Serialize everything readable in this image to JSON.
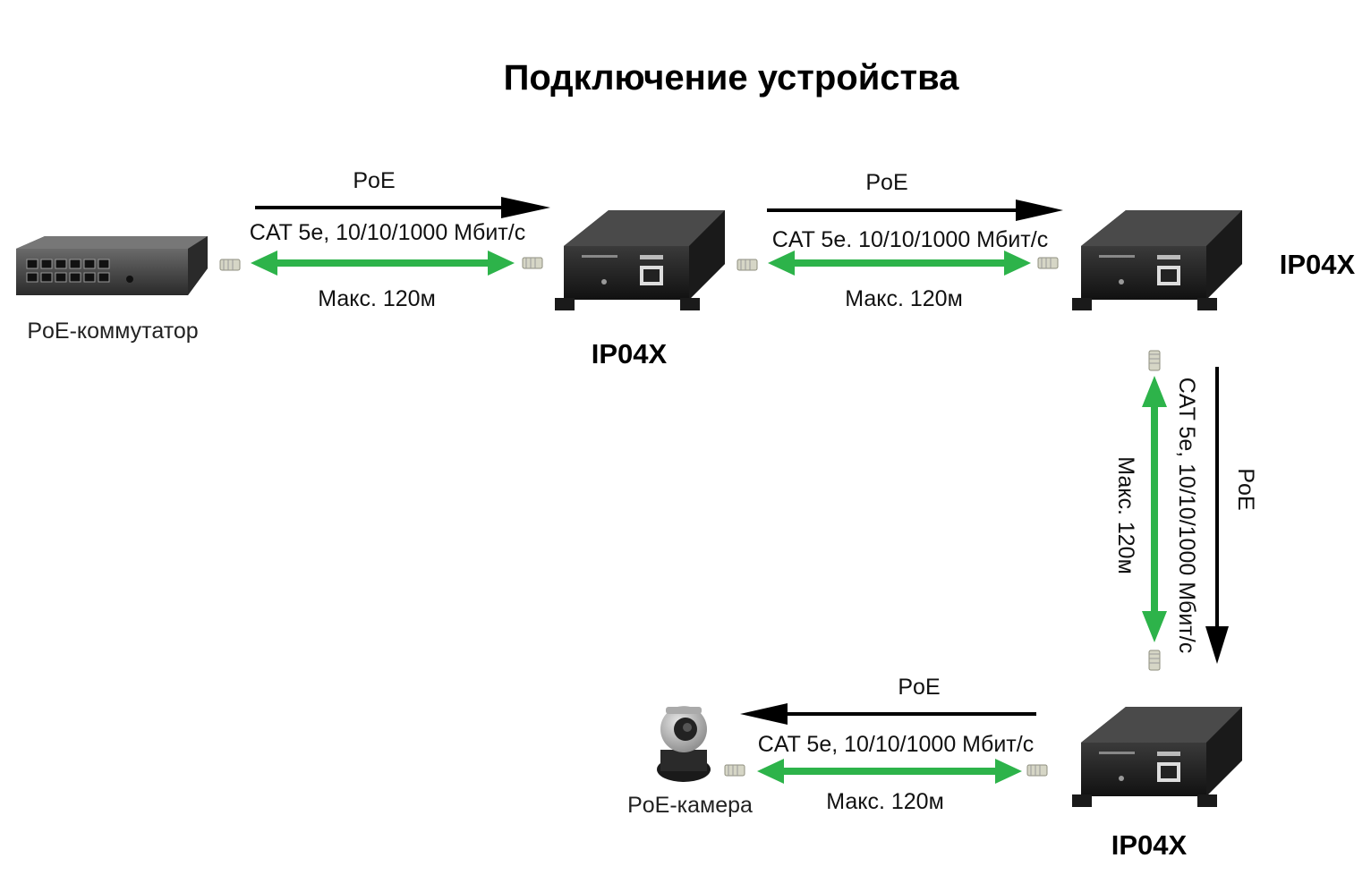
{
  "title": "Подключение устройства",
  "labels": {
    "poe": "PoE",
    "cable": "CAT 5e, 10/10/1000  Мбит/с",
    "cable_alt": "CAT 5e. 10/10/1000  Мбит/с",
    "distance": "Макс. 120м",
    "distance_vertical": "Макс.  120м",
    "device_name": "IP04X",
    "switch_name": "PoE-коммутатор",
    "camera_name": "PoE-камера"
  },
  "colors": {
    "power_arrow": "#000000",
    "cable_arrow": "#2db34a",
    "device_body": "#1e1e1e",
    "switch_body": "#3a3a3a",
    "connector": "#c8c8b8"
  }
}
